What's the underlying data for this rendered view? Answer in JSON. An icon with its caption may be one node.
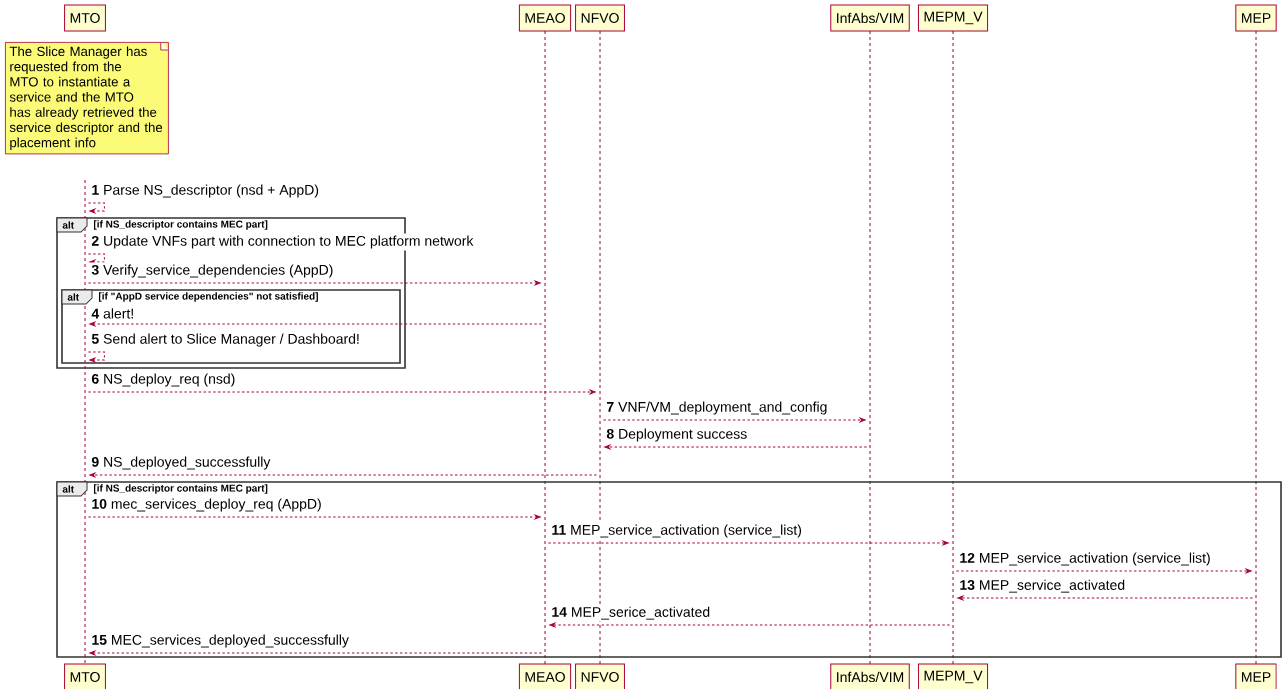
{
  "diagram": {
    "nodes": [
      {
        "text": [
          "MTO"
        ]
      },
      {
        "text": [
          "MEAO"
        ]
      },
      {
        "text": [
          "NFVO"
        ]
      },
      {
        "text": [
          "InfAbs/VIM"
        ]
      },
      {
        "text": [
          "MEPM_V"
        ]
      },
      {
        "text": [
          "MEP"
        ]
      },
      {
        "text": [
          "MTO"
        ]
      },
      {
        "text": [
          "MEAO"
        ]
      },
      {
        "text": [
          "NFVO"
        ]
      },
      {
        "text": [
          "InfAbs/VIM"
        ]
      },
      {
        "text": [
          "MEPM_V"
        ]
      },
      {
        "text": [
          "MEP"
        ]
      },
      {
        "text": [],
        "shape": "bar"
      },
      {
        "text": [],
        "shape": "bar"
      },
      {
        "text": [],
        "shape": "bar"
      },
      {
        "text": [],
        "shape": "bar"
      },
      {
        "text": [],
        "shape": "bar"
      },
      {
        "text": [],
        "shape": "bar"
      },
      {
        "text": [
          "The Slice Manager has requested from the MTO to instantiate a service and the MTO has already retrieved the service descriptor and the placement info"
        ]
      },
      {
        "text": [
          "alt",
          "[if NS_descriptor contains MEC part]"
        ]
      },
      {
        "text": [
          "alt",
          "[if \"AppD service dependencies\" not satisfied]"
        ]
      },
      {
        "text": [
          "alt",
          "[if NS_descriptor contains MEC part]"
        ]
      }
    ],
    "edges": [
      {
        "from": 12,
        "to": 12,
        "arrow": "to",
        "style": "dashed",
        "label": "**1** Parse NS_descriptor (nsd + AppD)"
      },
      {
        "from": 12,
        "to": 12,
        "arrow": "to",
        "style": "dashed",
        "label": "**2** Update VNFs part with connection to MEC platform network"
      },
      {
        "from": 12,
        "to": 13,
        "arrow": "to",
        "style": "dashed",
        "label": "**3** Verify_service_dependencies (AppD)"
      },
      {
        "from": 13,
        "to": 12,
        "arrow": "to",
        "style": "dashed",
        "label": "**4** alert!"
      },
      {
        "from": 12,
        "to": 12,
        "arrow": "to",
        "style": "dashed",
        "label": "**5** Send alert to Slice Manager / Dashboard!"
      },
      {
        "from": 12,
        "to": 14,
        "arrow": "to",
        "style": "dashed",
        "label": "**6** NS_deploy_req (nsd)"
      },
      {
        "from": 14,
        "to": 15,
        "arrow": "to",
        "style": "dashed",
        "label": "**7** VNF/VM_deployment_and_config"
      },
      {
        "from": 15,
        "to": 14,
        "arrow": "to",
        "style": "dashed",
        "label": "**8** Deployment success"
      },
      {
        "from": 14,
        "to": 12,
        "arrow": "to",
        "style": "dashed",
        "label": "**9** NS_deployed_successfully"
      },
      {
        "from": 12,
        "to": 13,
        "arrow": "to",
        "style": "dashed",
        "label": "**10** mec_services_deploy_req (AppD)"
      },
      {
        "from": 13,
        "to": 16,
        "arrow": "to",
        "style": "dashed",
        "label": "**11** MEP_service_activation (service_list)"
      },
      {
        "from": 16,
        "to": 17,
        "arrow": "to",
        "style": "dashed",
        "label": "**12** MEP_service_activation (service_list)"
      },
      {
        "from": 17,
        "to": 16,
        "arrow": "to",
        "style": "dashed",
        "label": "**13** MEP_service_activated"
      },
      {
        "from": 16,
        "to": 13,
        "arrow": "to",
        "style": "dashed",
        "label": "**14** MEP_serice_activated"
      },
      {
        "from": 13,
        "to": 12,
        "arrow": "to",
        "style": "dashed",
        "label": "**15** MEC_services_deployed_successfully"
      }
    ]
  }
}
